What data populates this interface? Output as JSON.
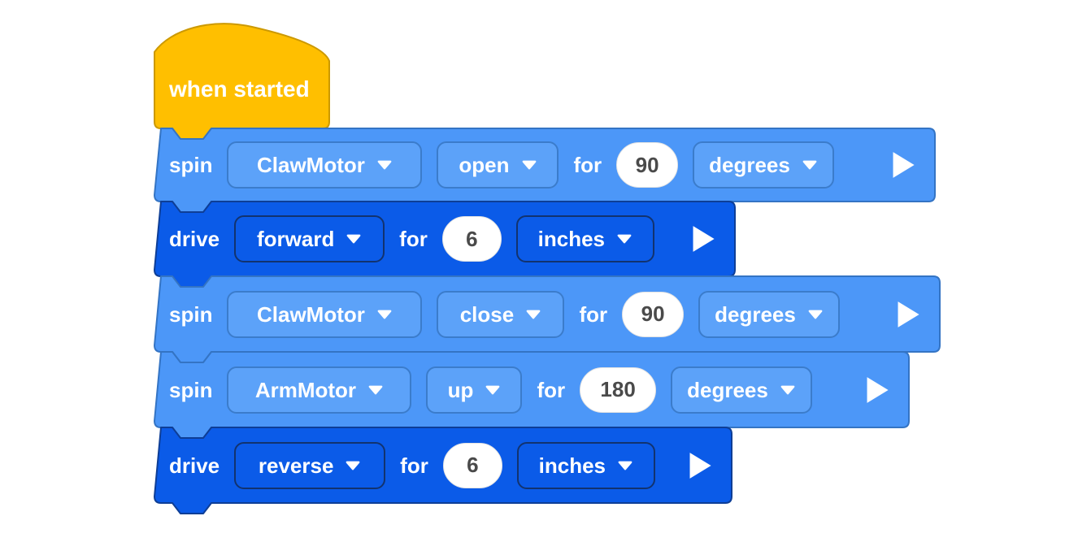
{
  "workspace": {
    "background": "#FFFFFF"
  },
  "colors": {
    "hat_fill": "#FFBF00",
    "hat_stroke": "#CC9900",
    "motor_fill": "#4C97F8",
    "motor_stroke": "#3474C4",
    "motor_dropdown_fill": "#5CA2F9",
    "motor_dropdown_border": "#3B7CCB",
    "drive_fill": "#0B5BE8",
    "drive_stroke": "#0E3E96",
    "drive_dropdown_border": "#12336F",
    "number_field_fill": "#FFFFFF",
    "number_field_text": "#4A4A4A",
    "block_text": "#FFFFFF"
  },
  "icons": {
    "dropdown_caret": "chevron-down-icon",
    "run_block": "play-icon"
  },
  "blocks": [
    {
      "type": "hat",
      "label": "when started"
    },
    {
      "type": "command",
      "category": "motor",
      "verb": "spin",
      "motor": "ClawMotor",
      "direction": "open",
      "for": "for",
      "amount": "90",
      "unit": "degrees"
    },
    {
      "type": "command",
      "category": "drivetrain",
      "verb": "drive",
      "direction": "forward",
      "for": "for",
      "amount": "6",
      "unit": "inches"
    },
    {
      "type": "command",
      "category": "motor",
      "verb": "spin",
      "motor": "ClawMotor",
      "direction": "close",
      "for": "for",
      "amount": "90",
      "unit": "degrees"
    },
    {
      "type": "command",
      "category": "motor",
      "verb": "spin",
      "motor": "ArmMotor",
      "direction": "up",
      "for": "for",
      "amount": "180",
      "unit": "degrees"
    },
    {
      "type": "command",
      "category": "drivetrain",
      "verb": "drive",
      "direction": "reverse",
      "for": "for",
      "amount": "6",
      "unit": "inches"
    }
  ]
}
